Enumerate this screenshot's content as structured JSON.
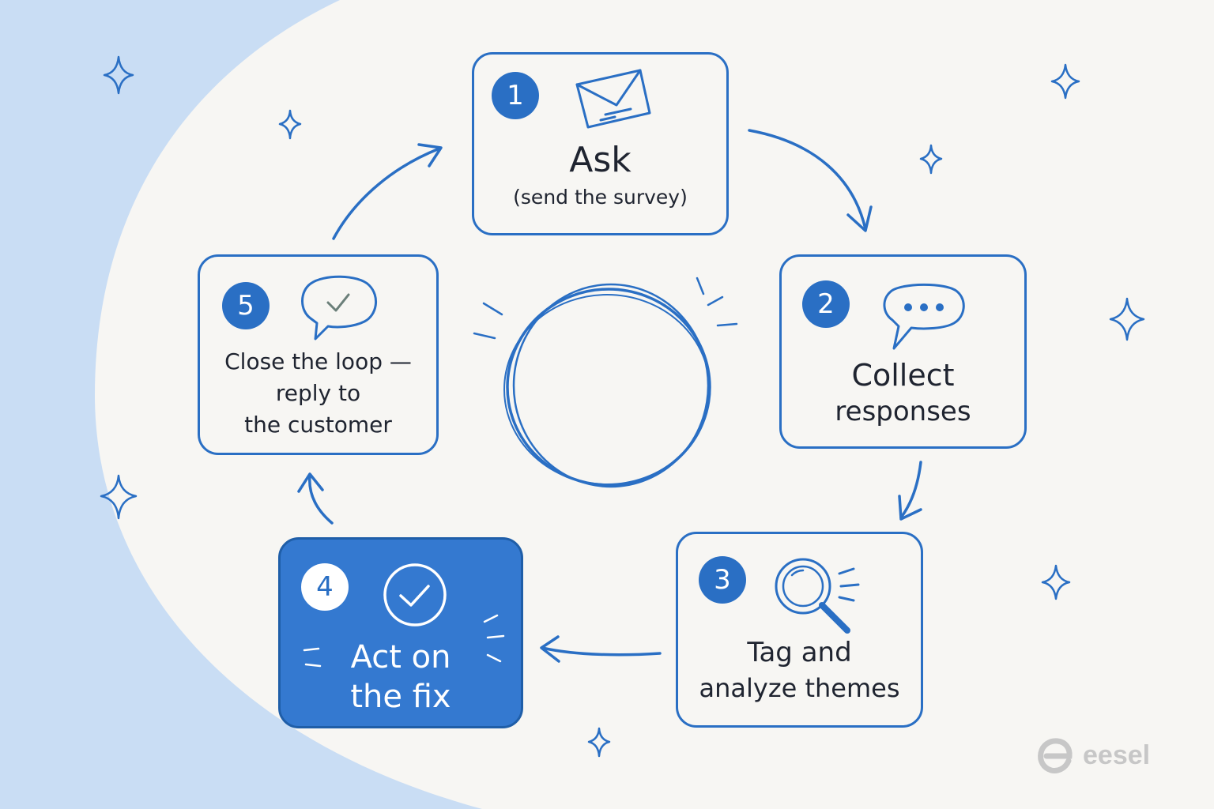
{
  "steps": [
    {
      "number": "1",
      "title": "Ask",
      "subtitle": "(send the survey)"
    },
    {
      "number": "2",
      "title_line1": "Collect",
      "title_line2": "responses"
    },
    {
      "number": "3",
      "title_line1": "Tag and",
      "title_line2": "analyze themes"
    },
    {
      "number": "4",
      "title_line1": "Act on",
      "title_line2": "the fix"
    },
    {
      "number": "5",
      "title_line1": "Close the loop —",
      "title_line2": "reply to",
      "title_line3": "the customer"
    }
  ],
  "brand": {
    "name": "eesel",
    "logo_letter": "e"
  },
  "colors": {
    "accent": "#2a6fc4",
    "highlight_fill": "#3479d0",
    "background_light": "#f7f6f3",
    "background_blue": "#c9ddf4",
    "logo_gray": "#c7c7c7"
  },
  "icons": {
    "step1": "envelope-icon",
    "step2": "speech-bubble-ellipsis-icon",
    "step3": "magnifier-icon",
    "step4": "check-circle-icon",
    "step5": "speech-bubble-check-icon"
  }
}
